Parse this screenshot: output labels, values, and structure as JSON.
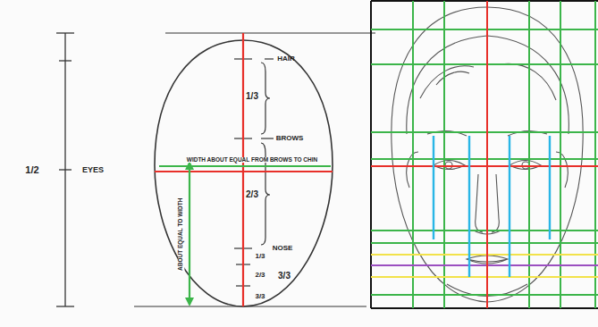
{
  "diagram": {
    "labels": [
      "1/2",
      "EYES",
      "HAIR",
      "1/3",
      "BROWS",
      "WIDTH ABOUT EQUAL FROM BROWS TO CHIN",
      "2/3",
      "ABOUT EQUAL TO WIDTH",
      "NOSE",
      "1/3",
      "3/3",
      "2/3",
      "3/3"
    ]
  }
}
